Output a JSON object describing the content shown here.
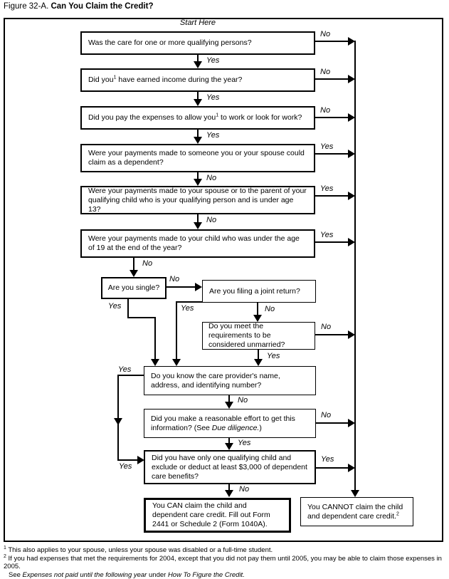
{
  "figure": {
    "label": "Figure 32-A.",
    "title": "Can You Claim the Credit?"
  },
  "flow": {
    "start_here": "Start Here",
    "yes": "Yes",
    "no": "No",
    "q1": "Was the care for one or more qualifying persons?",
    "q2_pre": "Did you",
    "q2_sup": "1",
    "q2_post": " have earned income during the year?",
    "q3_pre": "Did you pay the expenses to allow you",
    "q3_sup": "1",
    "q3_post": " to work or look for work?",
    "q4": "Were your payments made to someone you or your spouse could claim as a dependent?",
    "q5": "Were your payments made to your spouse or to the parent of your qualifying child who is your qualifying person and is under age 13?",
    "q6": "Were your payments made to your child who was under the age of 19 at the end of the year?",
    "q7": "Are you single?",
    "q8": "Are you filing a joint return?",
    "q9": "Do you meet the requirements to be considered unmarried?",
    "q10": "Do you know the care provider's name, address, and identifying number?",
    "q11_pre": "Did you make a reasonable effort to get this information? (See ",
    "q11_it": "Due diligence.",
    "q11_post": ")",
    "q12": "Did you have only one qualifying child and exclude or deduct at least $3,000 of dependent care benefits?",
    "can": "You CAN claim the child and dependent care credit. Fill out Form 2441 or Schedule 2 (Form 1040A).",
    "cannot_pre": "You CANNOT claim the child and dependent care credit.",
    "cannot_sup": "2"
  },
  "footnotes": {
    "f1_sup": "1",
    "f1": " This also applies to your spouse, unless your spouse was disabled or a full-time student.",
    "f2_sup": "2",
    "f2": " If you had expenses that met the requirements for 2004, except that you did not pay them until 2005, you may be able to claim those expenses in 2005.",
    "f3_pre": "See ",
    "f3_it1": "Expenses not paid until the following year",
    "f3_mid": " under ",
    "f3_it2": "How To Figure the Credit."
  }
}
